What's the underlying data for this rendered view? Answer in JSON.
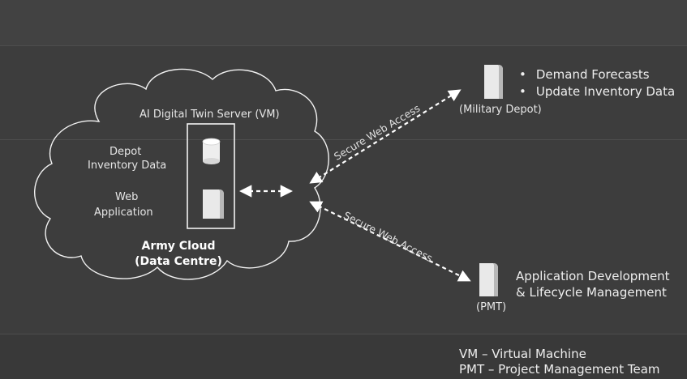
{
  "cloud": {
    "vm_title": "AI Digital Twin Server (VM)",
    "inventory_label_line1": "Depot",
    "inventory_label_line2": "Inventory Data",
    "webapp_label_line1": "Web",
    "webapp_label_line2": "Application",
    "name_line1": "Army Cloud",
    "name_line2": "(Data Centre)"
  },
  "connections": {
    "depot_link_label": "Secure Web Access",
    "pmt_link_label": "Secure Web Access"
  },
  "depot": {
    "caption": "(Military Depot)",
    "bullets": [
      "Demand Forecasts",
      "Update Inventory Data"
    ]
  },
  "pmt": {
    "caption": "(PMT)",
    "desc_line1": "Application Development",
    "desc_line2": "& Lifecycle Management"
  },
  "legend": {
    "line1": "VM – Virtual Machine",
    "line2": "PMT – Project Management Team"
  },
  "colors": {
    "background": "#3d3d3d",
    "line": "#ffffff",
    "text": "#eeeeee"
  },
  "icons": {
    "database": "database-icon",
    "server": "server-icon"
  }
}
